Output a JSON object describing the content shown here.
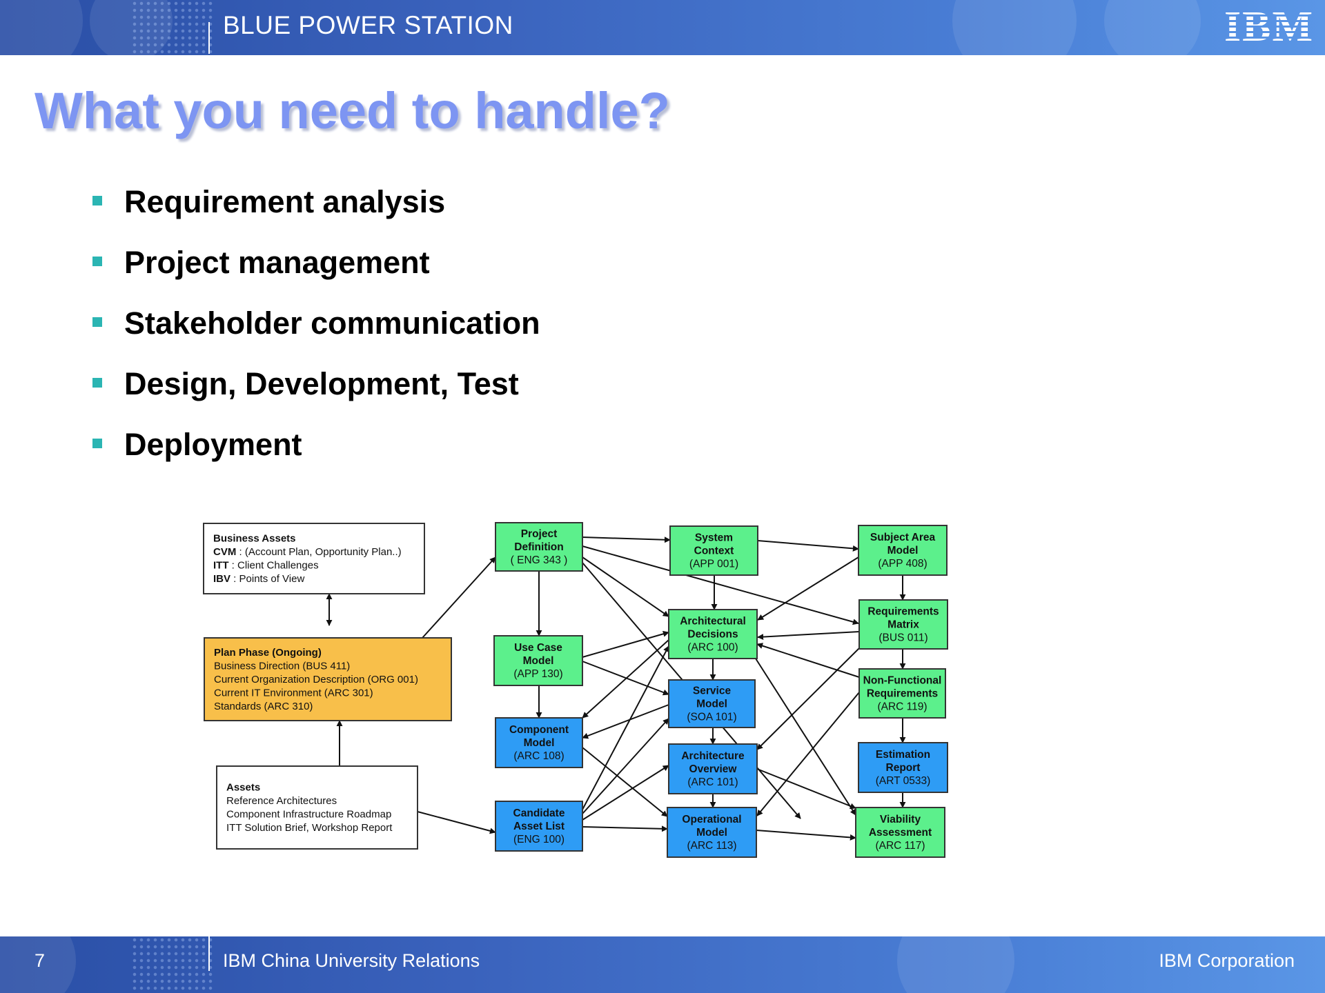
{
  "header": {
    "title": "BLUE POWER STATION",
    "logo": "IBM"
  },
  "slide": {
    "title": "What you need to handle?",
    "bullets": [
      "Requirement analysis",
      "Project management",
      "Stakeholder communication",
      "Design, Development, Test",
      "Deployment"
    ]
  },
  "diagram": {
    "colors": {
      "green": "#5cf08c",
      "blue": "#2e9cf5",
      "orange": "#f8bf4a",
      "white": "#ffffff",
      "border": "#333333"
    },
    "nodes": {
      "business_assets": {
        "lines": [
          {
            "b": "Business Assets",
            "t": ""
          },
          {
            "b": "CVM",
            "t": " : (Account Plan, Opportunity Plan..)"
          },
          {
            "b": "ITT",
            "t": " : Client Challenges"
          },
          {
            "b": "IBV",
            "t": " : Points of View"
          }
        ]
      },
      "plan_phase": {
        "lines": [
          {
            "b": "Plan Phase (Ongoing)",
            "t": ""
          },
          {
            "b": "",
            "t": "Business Direction (BUS 411)"
          },
          {
            "b": "",
            "t": "Current Organization Description (ORG 001)"
          },
          {
            "b": "",
            "t": "Current IT Environment (ARC 301)"
          },
          {
            "b": "",
            "t": "Standards (ARC 310)"
          }
        ]
      },
      "assets": {
        "lines": [
          {
            "b": "Assets",
            "t": ""
          },
          {
            "b": "",
            "t": "Reference Architectures"
          },
          {
            "b": "",
            "t": "Component Infrastructure Roadmap"
          },
          {
            "b": "",
            "t": "ITT Solution Brief, Workshop Report"
          }
        ]
      },
      "project_definition": {
        "lines": [
          {
            "b": "Project"
          },
          {
            "b": "Definition"
          },
          {
            "t": "( ENG 343 )"
          }
        ]
      },
      "use_case_model": {
        "lines": [
          {
            "b": "Use Case"
          },
          {
            "b": "Model"
          },
          {
            "t": "(APP 130)"
          }
        ]
      },
      "component_model": {
        "lines": [
          {
            "b": "Component"
          },
          {
            "b": "Model"
          },
          {
            "t": "(ARC 108)"
          }
        ]
      },
      "candidate_asset_list": {
        "lines": [
          {
            "b": "Candidate"
          },
          {
            "b": "Asset List"
          },
          {
            "t": "(ENG 100)"
          }
        ]
      },
      "system_context": {
        "lines": [
          {
            "b": "System"
          },
          {
            "b": "Context"
          },
          {
            "t": "(APP 001)"
          }
        ]
      },
      "architectural_decisions": {
        "lines": [
          {
            "b": "Architectural"
          },
          {
            "b": "Decisions"
          },
          {
            "t": "(ARC 100)"
          }
        ]
      },
      "service_model": {
        "lines": [
          {
            "b": "Service"
          },
          {
            "b": "Model"
          },
          {
            "t": "(SOA 101)"
          }
        ]
      },
      "architecture_overview": {
        "lines": [
          {
            "b": "Architecture"
          },
          {
            "b": "Overview"
          },
          {
            "t": "(ARC 101)"
          }
        ]
      },
      "operational_model": {
        "lines": [
          {
            "b": "Operational"
          },
          {
            "b": "Model"
          },
          {
            "t": "(ARC 113)"
          }
        ]
      },
      "subject_area_model": {
        "lines": [
          {
            "b": "Subject Area"
          },
          {
            "b": "Model"
          },
          {
            "t": "(APP 408)"
          }
        ]
      },
      "requirements_matrix": {
        "lines": [
          {
            "b": "Requirements"
          },
          {
            "b": "Matrix"
          },
          {
            "t": "(BUS 011)"
          }
        ]
      },
      "non_functional_requirements": {
        "lines": [
          {
            "b": "Non-Functional"
          },
          {
            "b": "Requirements"
          },
          {
            "t": "(ARC 119)"
          }
        ]
      },
      "estimation_report": {
        "lines": [
          {
            "b": "Estimation"
          },
          {
            "b": "Report"
          },
          {
            "t": "(ART 0533)"
          }
        ]
      },
      "viability_assessment": {
        "lines": [
          {
            "b": "Viability"
          },
          {
            "b": "Assessment"
          },
          {
            "t": "(ARC 117)"
          }
        ]
      }
    }
  },
  "footer": {
    "page": "7",
    "org": "IBM China University Relations",
    "corp": "IBM Corporation"
  }
}
